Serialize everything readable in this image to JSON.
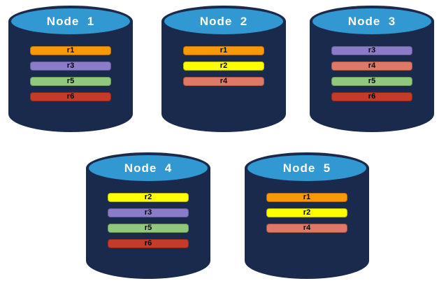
{
  "diagram": {
    "background": "#ffffff",
    "cylinder_body_color": "#1A2A4C",
    "cylinder_top_color": "#3298D1",
    "title_text_color": "#ffffff",
    "bar_text_color": "#000000"
  },
  "replica_colors": {
    "r1": "#FA9908",
    "r2": "#FFFF00",
    "r3": "#8A7CC8",
    "r4": "#DD7966",
    "r5": "#90C97E",
    "r6": "#C53A28"
  },
  "nodes": [
    {
      "label": "Node  1",
      "replicas": [
        "r1",
        "r3",
        "r5",
        "r6"
      ]
    },
    {
      "label": "Node  2",
      "replicas": [
        "r1",
        "r2",
        "r4"
      ]
    },
    {
      "label": "Node  3",
      "replicas": [
        "r3",
        "r4",
        "r5",
        "r6"
      ]
    },
    {
      "label": "Node  4",
      "replicas": [
        "r2",
        "r3",
        "r5",
        "r6"
      ]
    },
    {
      "label": "Node  5",
      "replicas": [
        "r1",
        "r2",
        "r4"
      ]
    }
  ]
}
